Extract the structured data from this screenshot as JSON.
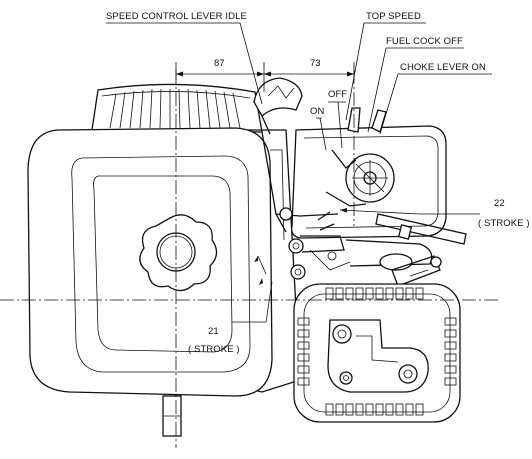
{
  "labels": {
    "speed_control_lever_idle": "SPEED CONTROL LEVER IDLE",
    "top_speed": "TOP SPEED",
    "fuel_cock_off": "FUEL COCK OFF",
    "choke_lever_on": "CHOKE LEVER ON",
    "off": "OFF",
    "on": "ON",
    "stroke_right_value": "22",
    "stroke_right_word": "( STROKE )",
    "stroke_left_value": "21",
    "stroke_left_word": "( STROKE )"
  },
  "dimensions": {
    "left": "87",
    "right": "73"
  },
  "colors": {
    "line": "#111111",
    "background": "#ffffff"
  }
}
